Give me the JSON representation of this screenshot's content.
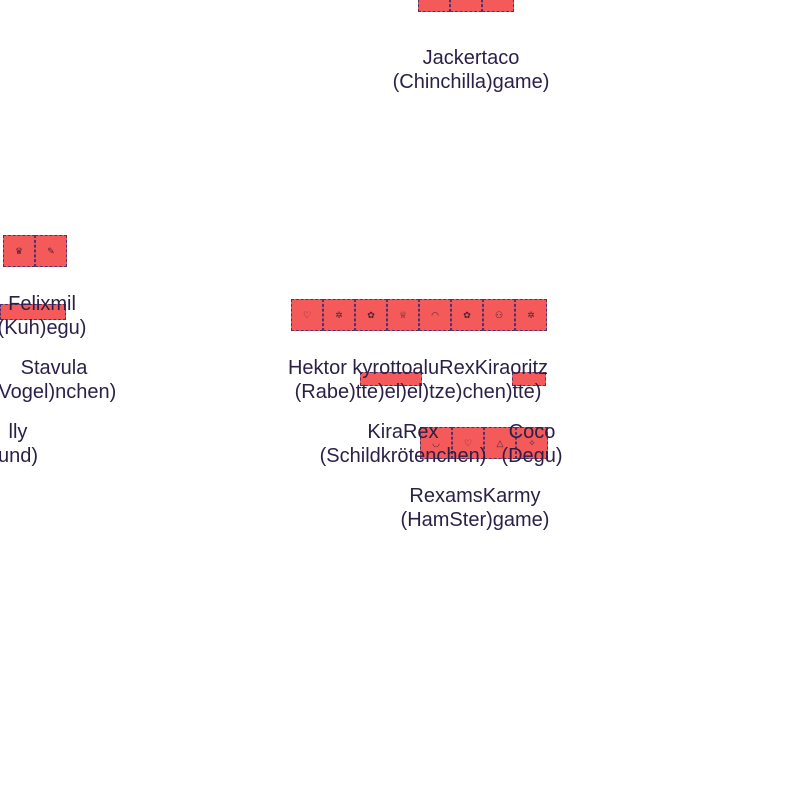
{
  "icon_color": "#f55a5a",
  "rows": {
    "top": [
      "shield-icon",
      "shield-icon",
      "shield-icon"
    ],
    "left": [
      "crown-icon",
      "bone-icon"
    ],
    "left_half": [
      "crown-icon"
    ],
    "center": [
      "heart-icon",
      "sparkle-icon",
      "paw-icon",
      "crown-icon",
      "arc-icon",
      "paw-icon",
      "bag-icon",
      "sparkle-icon"
    ],
    "mid": [
      "bag-icon",
      "heart-icon",
      "bone-icon",
      "bone-icon"
    ],
    "mid2": [
      "crown-icon",
      "bone-icon",
      "crown-icon"
    ]
  },
  "labels": {
    "top_l1": "Jackertaco",
    "top_l2": "(Chinchilla)game)",
    "felix_l1": "Felixmil",
    "felix_l2": "(Kuh)egu)",
    "stavula_l1": "Stavula",
    "stavula_l2": "(Vogel)nchen)",
    "lly_l1": "lly",
    "lly_l2": "und)",
    "hektor_l1": "Hektor kyrottoaluRexKiraoritz",
    "hektor_l2": "(Rabe)tte)el)el)tze)chen)tte)",
    "kira_l1": "KiraRex",
    "kira_l2": "(Schildkrötenchen)",
    "coco_l1": "Coco",
    "coco_l2": "(Degu)",
    "rex_l1": "RexamsKarmy",
    "rex_l2": "(HamSter)game)"
  }
}
